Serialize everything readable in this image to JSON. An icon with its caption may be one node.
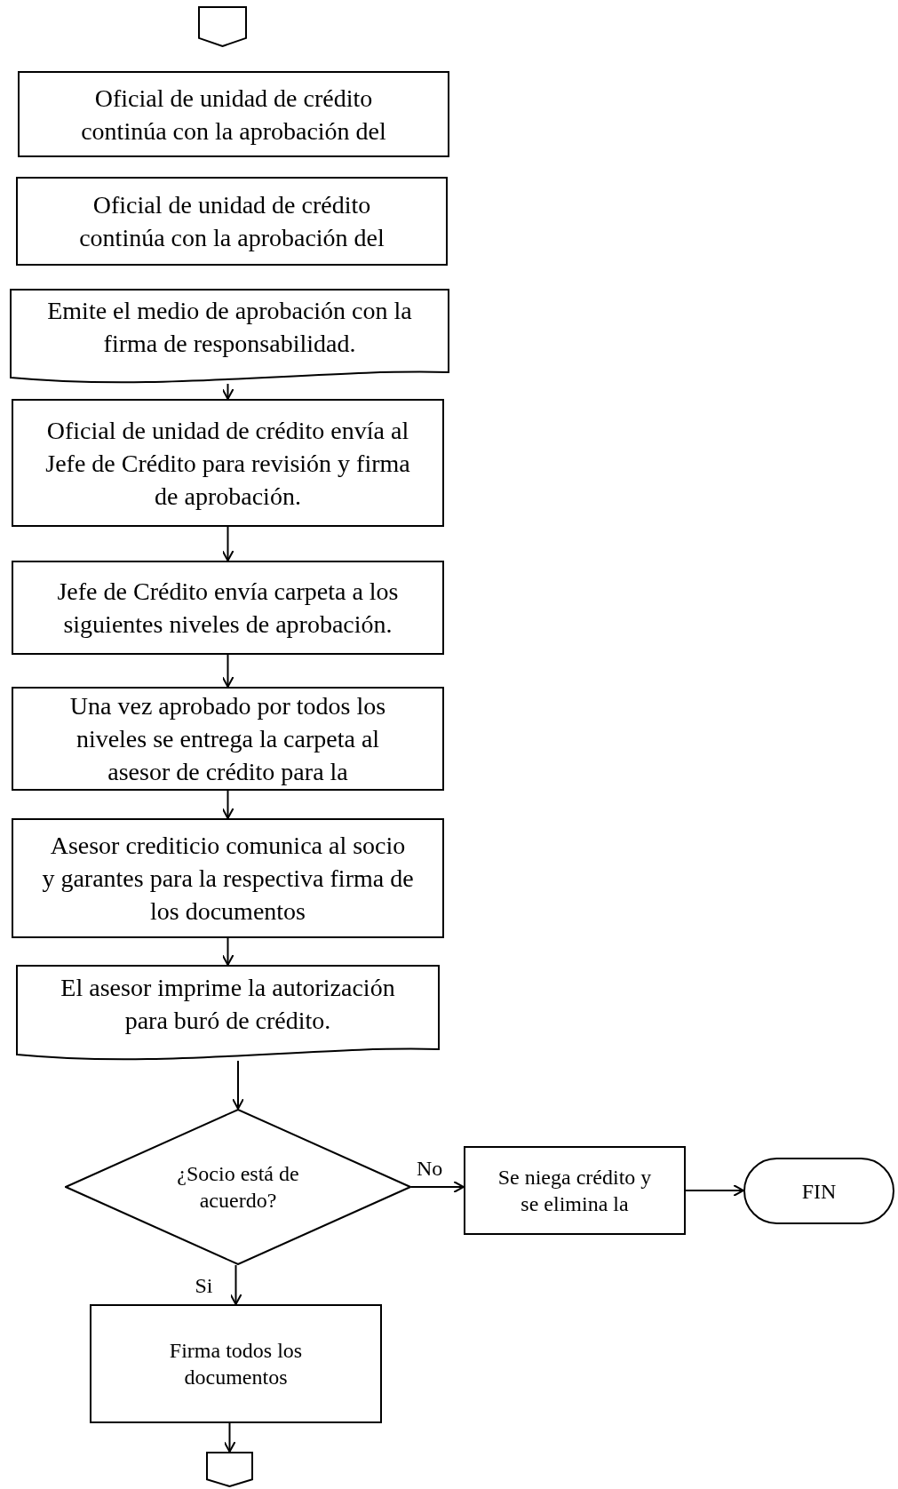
{
  "diagram": {
    "nodes": [
      {
        "text": [],
        "shape": "offpage"
      },
      {
        "text": [
          "Oficial de unidad de crédito continúa con la aprobación del"
        ]
      },
      {
        "text": [
          "Oficial de unidad de crédito continúa con la aprobación del"
        ]
      },
      {
        "text": [
          "Emite el medio de aprobación con la firma de responsabilidad."
        ]
      },
      {
        "text": [
          "Oficial de unidad de crédito envía al Jefe de Crédito para revisión y firma de aprobación."
        ]
      },
      {
        "text": [
          "Jefe de Crédito envía carpeta a los siguientes niveles de aprobación."
        ]
      },
      {
        "text": [
          "Una vez aprobado por todos los niveles se entrega la carpeta al asesor de crédito para la"
        ]
      },
      {
        "text": [
          "Asesor crediticio comunica al socio y garantes para la respectiva firma de los documentos"
        ]
      },
      {
        "text": [
          "El asesor imprime la autorización para buró de crédito."
        ]
      },
      {
        "text": [
          "¿Socio está de acuerdo?"
        ]
      },
      {
        "text": [
          "Se niega crédito y se elimina la"
        ]
      },
      {
        "text": [
          "FIN"
        ]
      },
      {
        "text": [
          "Firma todos los documentos"
        ]
      },
      {
        "text": [],
        "shape": "offpage"
      }
    ],
    "edges": [
      {
        "from": 3,
        "to": 4,
        "arrow": "to"
      },
      {
        "from": 4,
        "to": 5,
        "arrow": "to"
      },
      {
        "from": 5,
        "to": 6,
        "arrow": "to"
      },
      {
        "from": 6,
        "to": 7,
        "arrow": "to"
      },
      {
        "from": 7,
        "to": 8,
        "arrow": "to"
      },
      {
        "from": 8,
        "to": 9,
        "arrow": "to"
      },
      {
        "from": 9,
        "to": 10,
        "label": "No",
        "arrow": "to"
      },
      {
        "from": 10,
        "to": 11,
        "arrow": "to"
      },
      {
        "from": 9,
        "to": 12,
        "label": "Si",
        "arrow": "to"
      },
      {
        "from": 12,
        "to": 13,
        "arrow": "to"
      }
    ]
  }
}
